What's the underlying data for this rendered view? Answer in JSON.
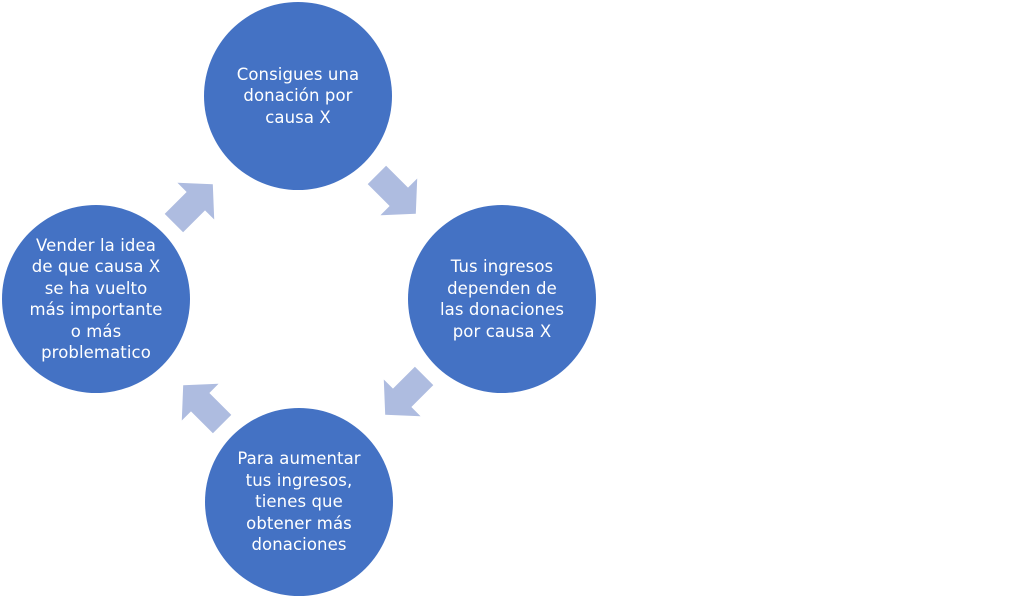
{
  "colors": {
    "node_fill": "#4472C4",
    "arrow_fill": "#AEBCE0",
    "label_color": "#FFFFFF",
    "background": "#FFFFFF"
  },
  "nodes": [
    {
      "id": "top",
      "label": "Consigues una\ndonación por\ncausa X"
    },
    {
      "id": "right",
      "label": "Tus ingresos\ndependen de\nlas donaciones\npor causa X"
    },
    {
      "id": "bottom",
      "label": "Para aumentar\ntus ingresos,\ntienes que\nobtener más\ndonaciones"
    },
    {
      "id": "left",
      "label": "Vender la idea\nde que causa X\nse ha vuelto\nmás importante\no más\nproblematico"
    }
  ],
  "arrows": [
    {
      "from": "top",
      "to": "right",
      "icon": "arrow-down-right-icon"
    },
    {
      "from": "right",
      "to": "bottom",
      "icon": "arrow-down-left-icon"
    },
    {
      "from": "bottom",
      "to": "left",
      "icon": "arrow-up-left-icon"
    },
    {
      "from": "left",
      "to": "top",
      "icon": "arrow-up-right-icon"
    }
  ]
}
